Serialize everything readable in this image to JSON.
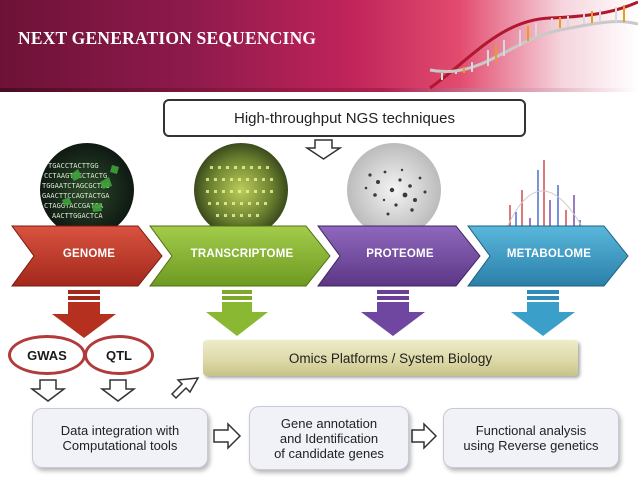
{
  "header": {
    "title": "NEXT GENERATION SEQUENCING"
  },
  "top_box": {
    "label": "High-throughput NGS techniques"
  },
  "omics": [
    {
      "label": "GENOME",
      "color": "#c0392b"
    },
    {
      "label": "TRANSCRIPTOME",
      "color": "#8ab832"
    },
    {
      "label": "PROTEOME",
      "color": "#7a4fa8"
    },
    {
      "label": "METABOLOME",
      "color": "#3a9fc9"
    }
  ],
  "omics_bar": {
    "label": "Omics Platforms / System Biology"
  },
  "genome_outputs": [
    {
      "label": "GWAS"
    },
    {
      "label": "QTL"
    }
  ],
  "steps": [
    {
      "label": "Data integration with\nComputational tools"
    },
    {
      "label": "Gene annotation\nand Identification\nof candidate genes"
    },
    {
      "label": "Functional analysis\nusing Reverse genetics"
    }
  ]
}
